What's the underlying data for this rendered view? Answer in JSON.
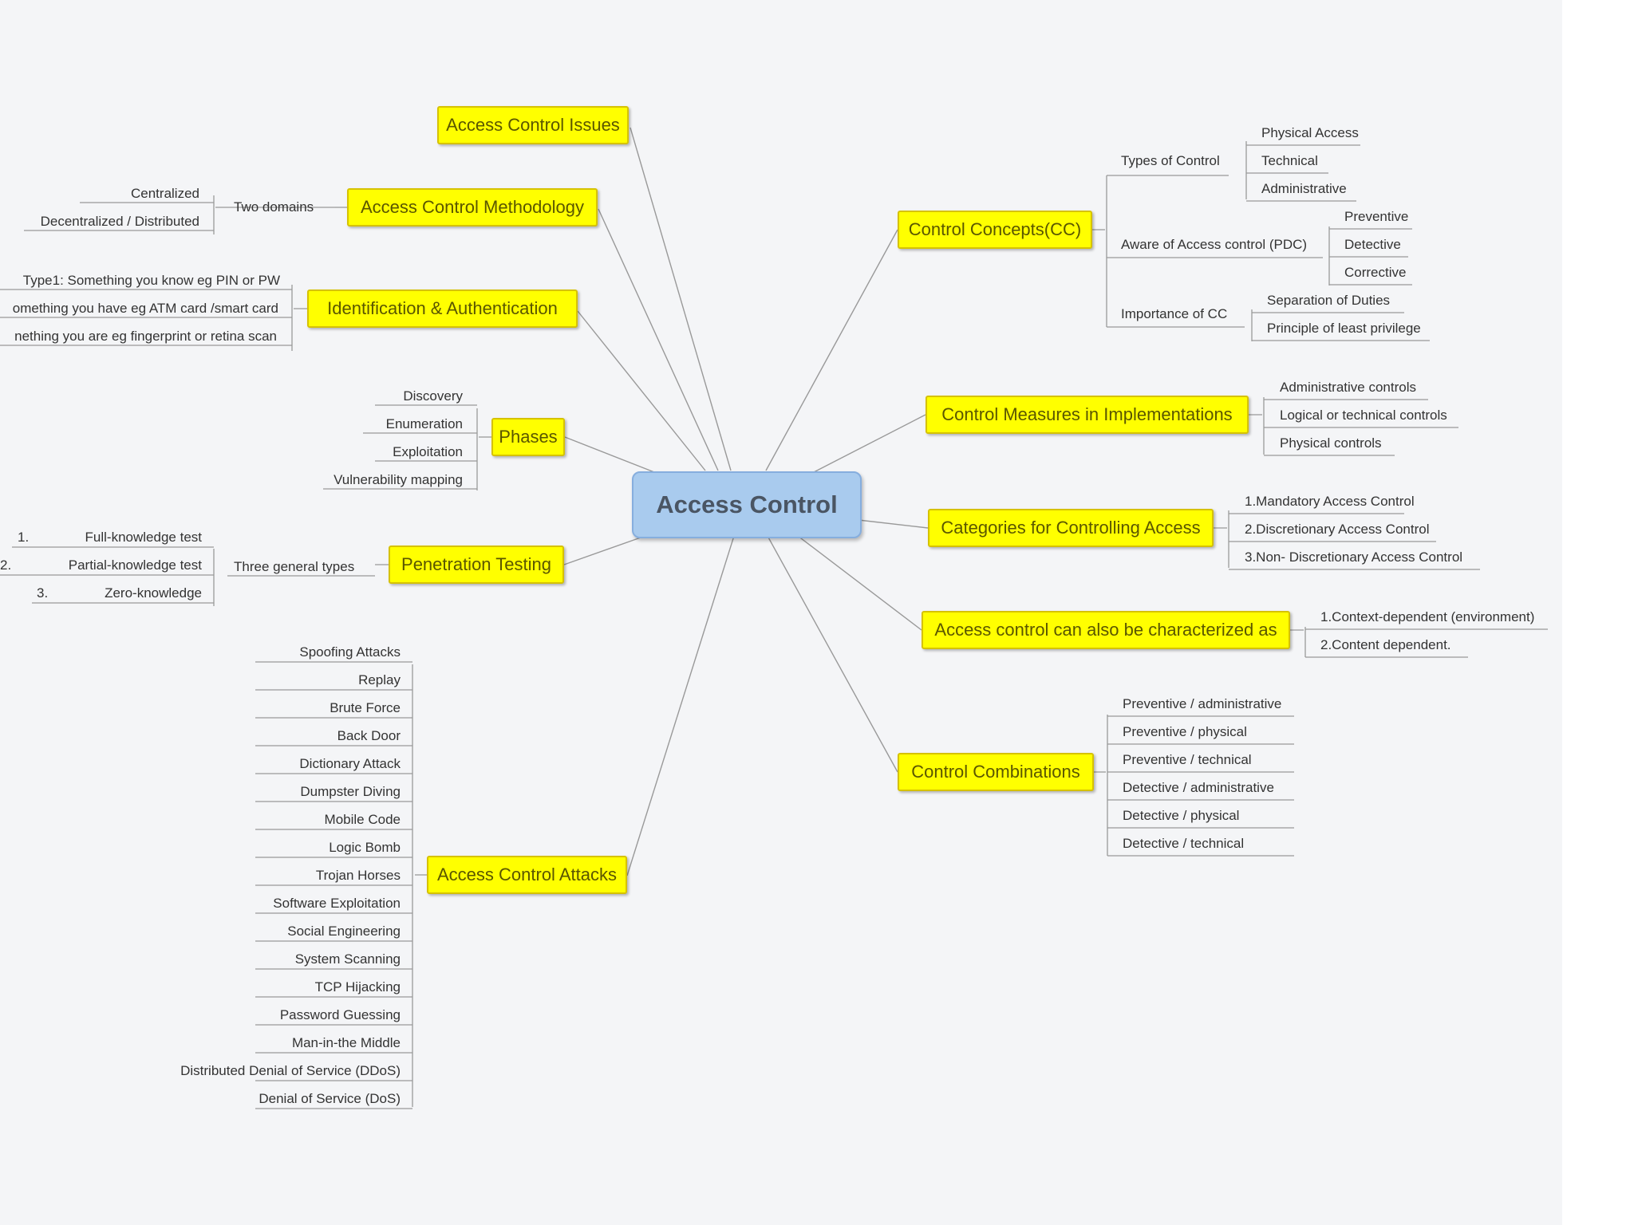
{
  "center": "Access Control",
  "topics": {
    "issues": "Access Control Issues",
    "methodology": "Access Control Methodology",
    "identification": "Identification & Authentication",
    "phases": "Phases",
    "pentest": "Penetration Testing",
    "attacks": "Access Control Attacks",
    "concepts": "Control Concepts(CC)",
    "measures": "Control Measures in Implementations",
    "categories": "Categories for Controlling Access",
    "characterized": "Access control can also be characterized as",
    "combinations": "Control Combinations"
  },
  "methodology": {
    "sub": "Two domains",
    "items": [
      "Centralized",
      "Decentralized / Distributed"
    ]
  },
  "identification": {
    "items": [
      "Type1: Something you know eg PIN or PW",
      "omething you have eg ATM card /smart card",
      "nething you are eg fingerprint or retina scan"
    ]
  },
  "phases": {
    "items": [
      "Discovery",
      "Enumeration",
      "Exploitation",
      "Vulnerability mapping"
    ]
  },
  "pentest": {
    "sub": "Three general types",
    "numbers": [
      "1.",
      "2.",
      "3."
    ],
    "items": [
      "Full-knowledge test",
      "Partial-knowledge test",
      "Zero-knowledge"
    ]
  },
  "attacks": {
    "items": [
      "Spoofing Attacks",
      "Replay",
      "Brute Force",
      "Back Door",
      "Dictionary Attack",
      "Dumpster Diving",
      "Mobile Code",
      "Logic Bomb",
      "Trojan Horses",
      "Software Exploitation",
      "Social Engineering",
      "System Scanning",
      "TCP Hijacking",
      "Password Guessing",
      "Man-in-the Middle",
      "Distributed Denial of Service (DDoS)",
      "Denial of Service (DoS)"
    ]
  },
  "concepts": {
    "types": {
      "label": "Types of Control",
      "items": [
        "Physical Access",
        "Technical",
        "Administrative"
      ]
    },
    "aware": {
      "label": "Aware of Access control (PDC)",
      "items": [
        "Preventive",
        "Detective",
        "Corrective"
      ]
    },
    "importance": {
      "label": "Importance of CC",
      "items": [
        "Separation of Duties",
        "Principle of least privilege"
      ]
    }
  },
  "measures": {
    "items": [
      "Administrative controls",
      "Logical or technical controls",
      "Physical controls"
    ]
  },
  "categories": {
    "items": [
      "1.Mandatory Access Control",
      "2.Discretionary Access Control",
      "3.Non- Discretionary Access Control"
    ]
  },
  "characterized": {
    "items": [
      "1.Context-dependent (environment)",
      "2.Content dependent."
    ]
  },
  "combinations": {
    "items": [
      "Preventive / administrative",
      "Preventive / physical",
      "Preventive / technical",
      "Detective / administrative",
      "Detective / physical",
      "Detective / technical"
    ]
  },
  "colors": {
    "topic_fill": "#ffff00",
    "center_fill": "#a9cbee",
    "line": "#999999"
  }
}
